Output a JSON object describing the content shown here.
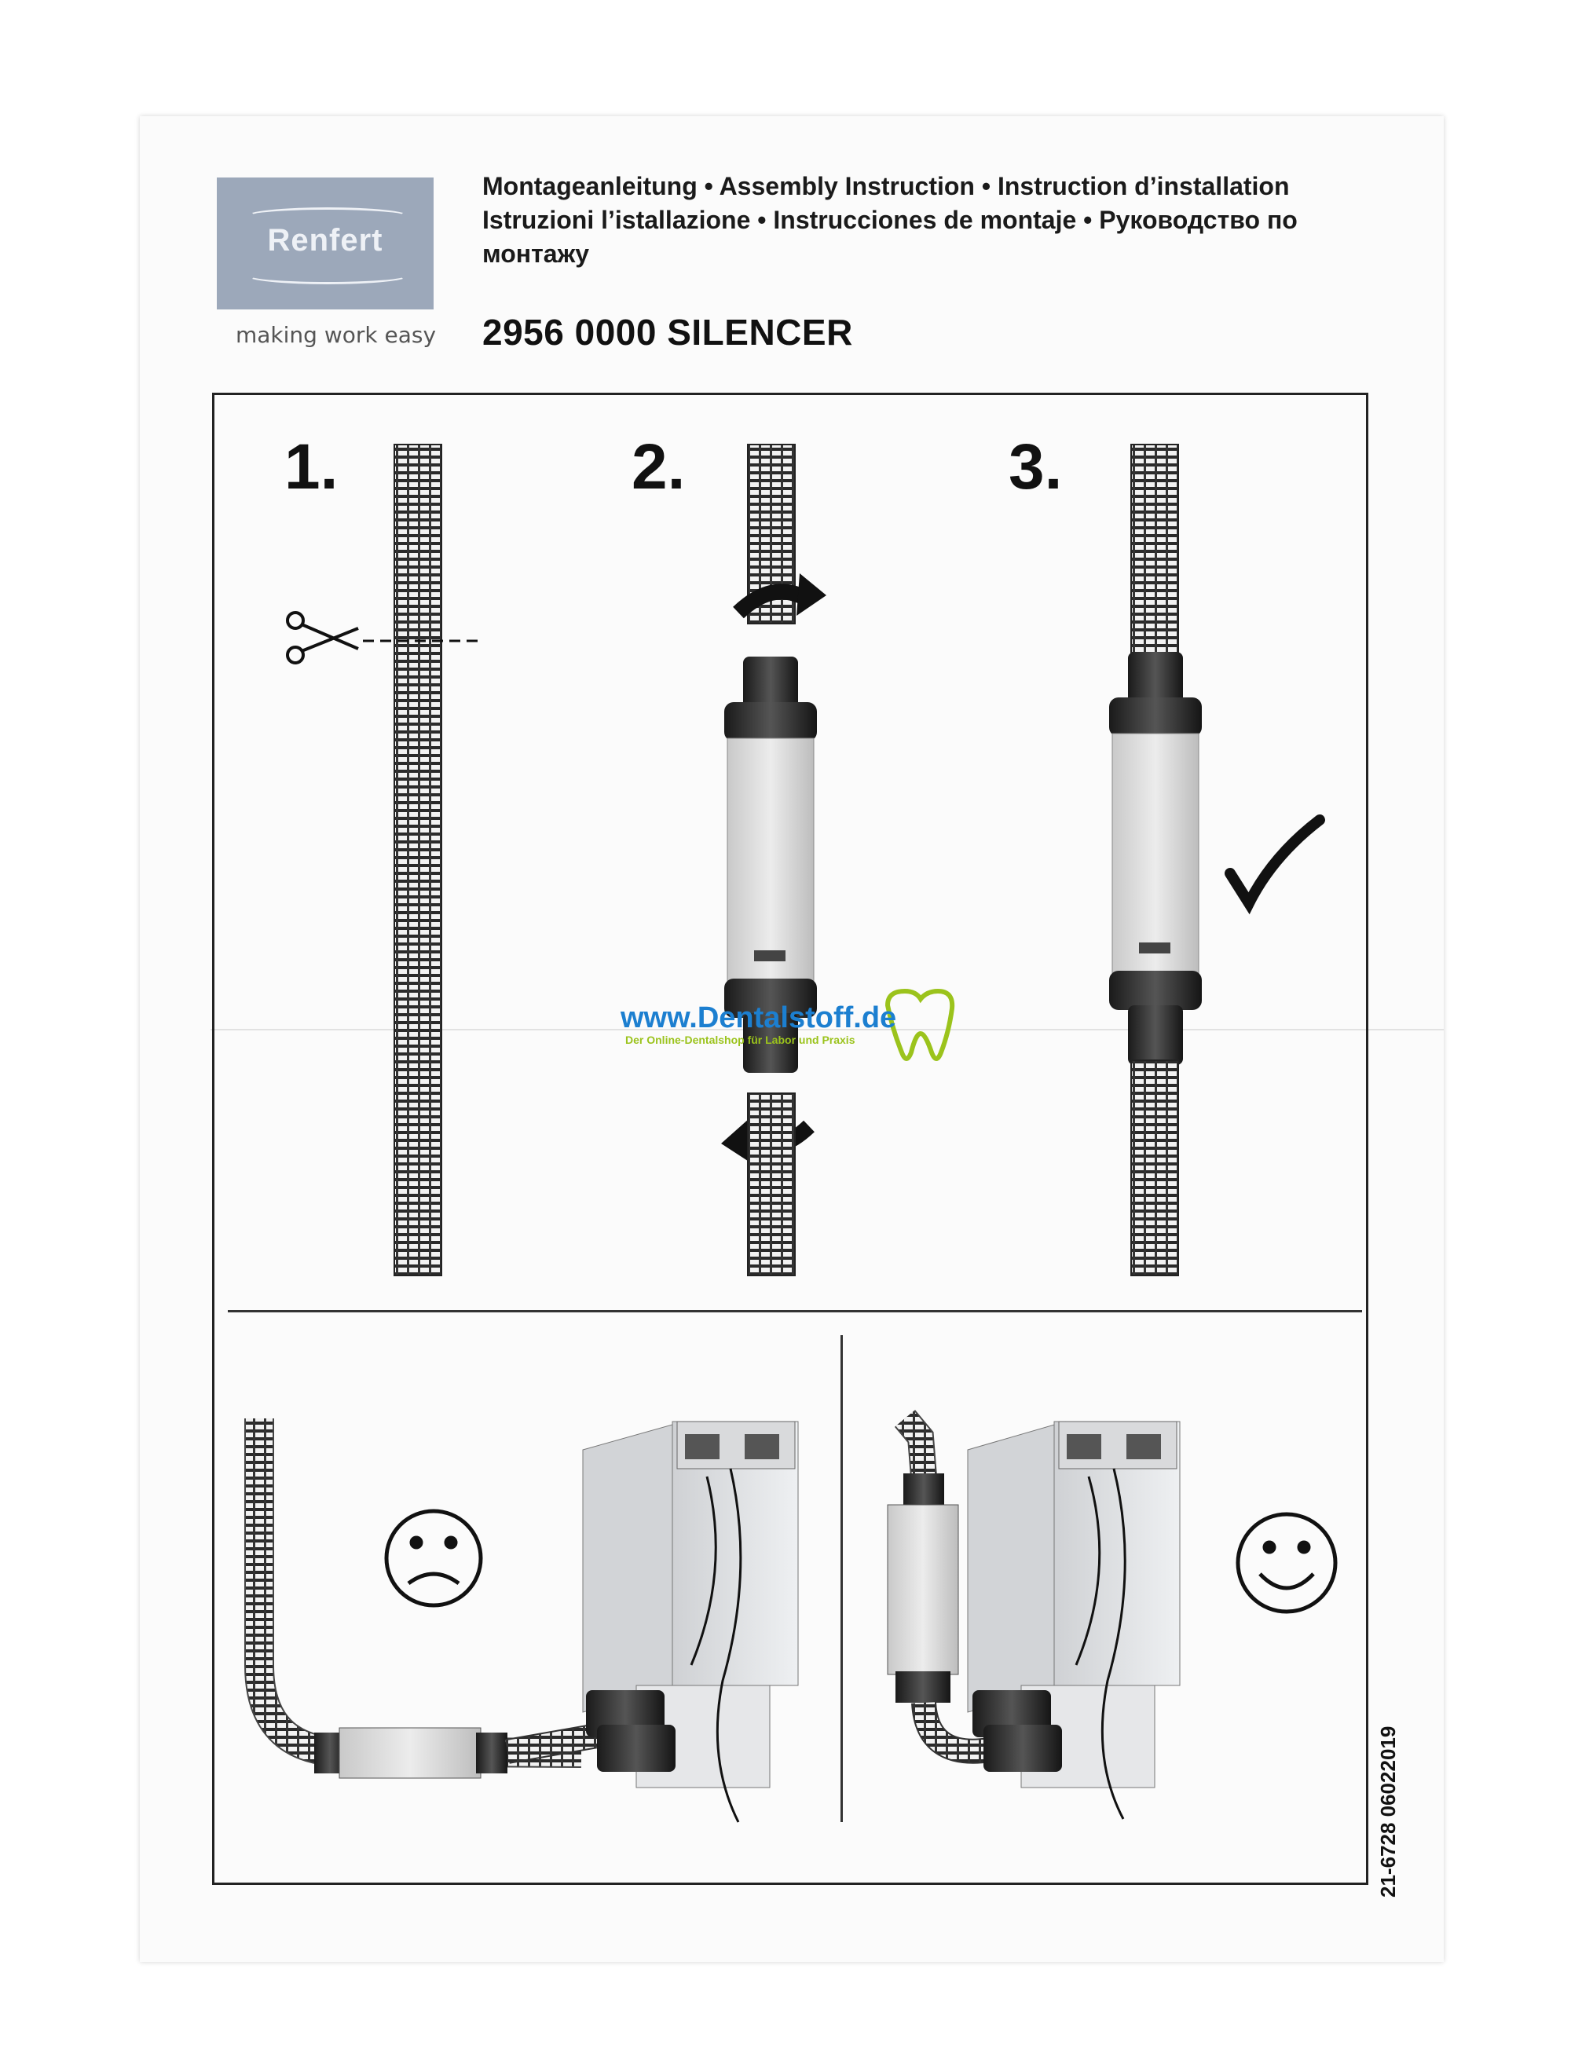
{
  "brand": {
    "logo_text": "Renfert",
    "tagline": "making work easy"
  },
  "header": {
    "line1": "Montageanleitung  •  Assembly Instruction  •  Instruction d’installation",
    "line2": "Istruzioni l’istallazione  •  Instrucciones de montaje  •  Руководство по",
    "line3": "монтажу"
  },
  "product": {
    "title": "2956 0000  SILENCER"
  },
  "steps": [
    {
      "number": "1."
    },
    {
      "number": "2."
    },
    {
      "number": "3."
    }
  ],
  "doc_number": "21-6728  06022019",
  "watermark": {
    "url": "www.Dentalstoff.de",
    "subtitle": "Der Online-Dentalshop für Labor und Praxis"
  },
  "icons": [
    "scissors-icon",
    "rotate-arrow-icon",
    "check-mark-icon",
    "sad-face-icon",
    "smiley-face-icon",
    "tooth-icon"
  ],
  "colors": {
    "logo_bg": "#9ca8ba",
    "watermark_blue": "#1c7fd0",
    "watermark_green": "#9bc31c"
  }
}
